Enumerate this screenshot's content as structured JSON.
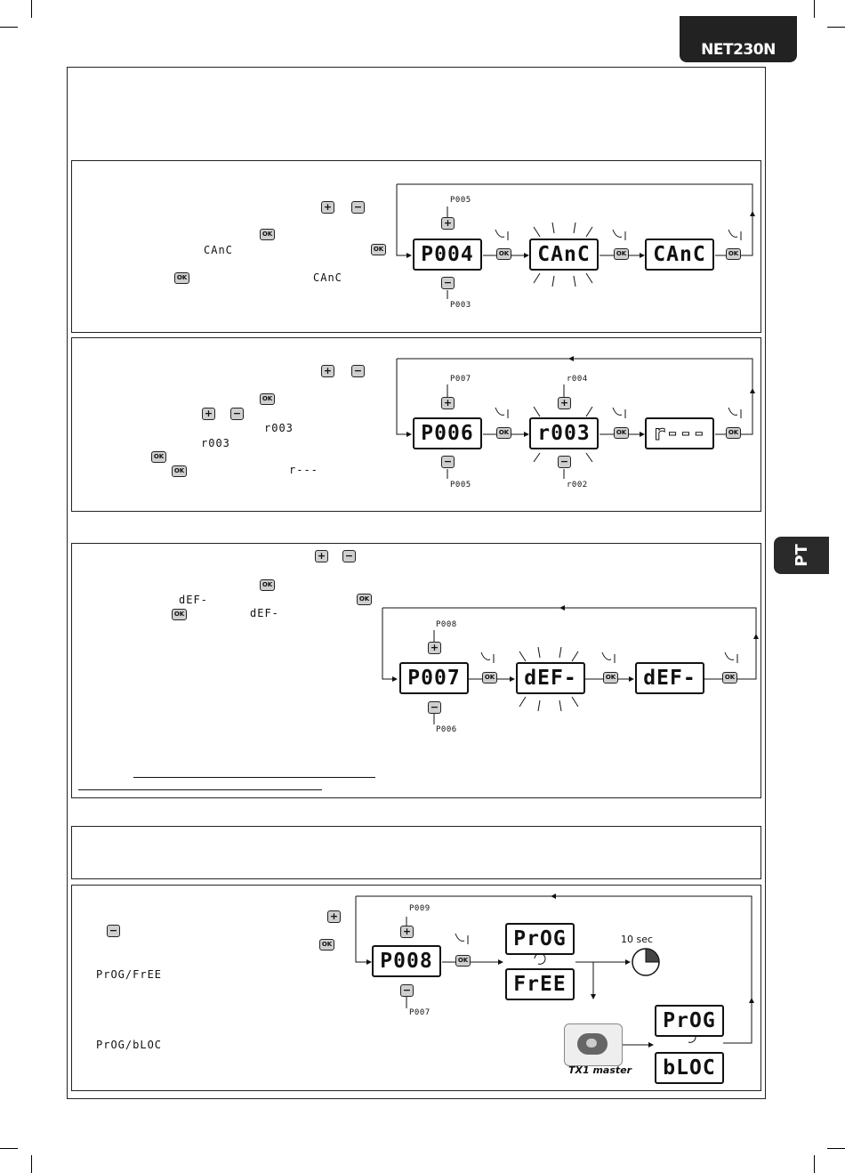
{
  "header": {
    "model": "NET230N"
  },
  "side_tab": {
    "label": "PT"
  },
  "keys": {
    "plus": "+",
    "minus": "−",
    "ok": "OK"
  },
  "p004": {
    "display": "P004",
    "next": "P005",
    "prev": "P003",
    "word": "CAnC",
    "lcd_blink": "CAnC",
    "lcd_done": "CAnC"
  },
  "p006": {
    "display": "P006",
    "next": "P007",
    "prev": "P005",
    "value": "r003",
    "value_up": "r004",
    "value_down": "r002",
    "lcd_value": "r003",
    "lcd_done": "r---",
    "blank": "r---"
  },
  "p007": {
    "display": "P007",
    "next": "P008",
    "prev": "P006",
    "word": "dEF-",
    "lcd_blink": "dEF-",
    "lcd_done": "dEF-"
  },
  "p008": {
    "display": "P008",
    "next": "P009",
    "prev": "P007",
    "mode_free": "PrOG/FrEE",
    "mode_bloc": "PrOG/bLOC",
    "lcd_prog": "PrOG",
    "lcd_free": "FrEE",
    "lcd_bloc": "bLOC",
    "timer": "10 sec",
    "remote": "TX1 master"
  }
}
